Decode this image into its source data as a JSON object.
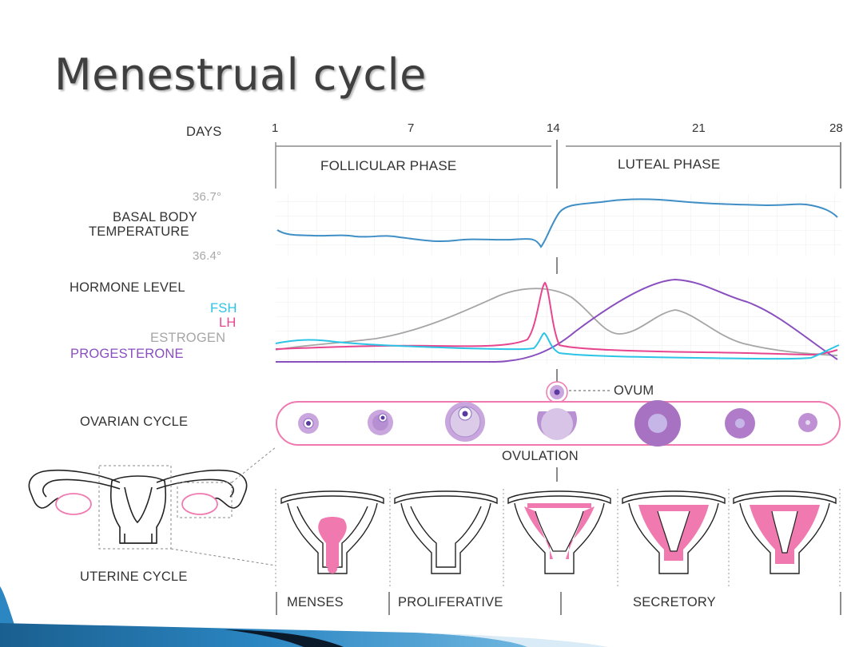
{
  "title": "Menestrual cycle",
  "days": {
    "label": "DAYS",
    "ticks": [
      "1",
      "7",
      "14",
      "21",
      "28"
    ]
  },
  "phases": {
    "follicular": "FOLLICULAR PHASE",
    "luteal": "LUTEAL PHASE"
  },
  "bbt": {
    "label_line1": "BASAL BODY",
    "label_line2": "TEMPERATURE",
    "max": "36.7°",
    "min": "36.4°"
  },
  "hormones": {
    "label": "HORMONE LEVEL",
    "fsh": "FSH",
    "lh": "LH",
    "estrogen": "ESTROGEN",
    "progesterone": "PROGESTERONE"
  },
  "ovarian": {
    "label": "OVARIAN CYCLE",
    "ovum": "OVUM",
    "ovulation": "OVULATION"
  },
  "uterine": {
    "label": "UTERINE CYCLE",
    "menses": "MENSES",
    "proliferative": "PROLIFERATIVE",
    "secretory": "SECRETORY"
  },
  "colors": {
    "fsh": "#2bc4e6",
    "lh": "#e8458f",
    "estrogen": "#a6a6a6",
    "progesterone": "#8a4fbf",
    "temperature": "#3f8fc6",
    "pink": "#f07ab0",
    "follicle": "#b990cf",
    "accent_blue": "#1f79b4"
  }
}
